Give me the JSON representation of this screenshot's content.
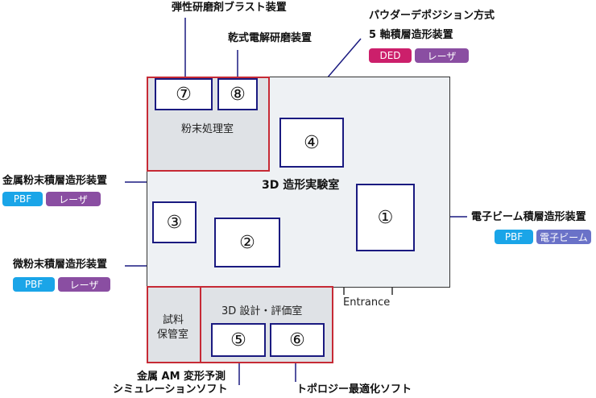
{
  "main_room": {
    "label": "3D 造形実験室"
  },
  "powder_room": {
    "label": "粉末処理室"
  },
  "sample_room": {
    "label_line1": "試料",
    "label_line2": "保管室"
  },
  "design_room": {
    "label": "3D 設計・評価室"
  },
  "entrance": {
    "label": "Entrance"
  },
  "machines": {
    "m1": "①",
    "m2": "②",
    "m3": "③",
    "m4": "④",
    "m5": "⑤",
    "m6": "⑥",
    "m7": "⑦",
    "m8": "⑧"
  },
  "callouts": {
    "blast": {
      "title": "弾性研磨剤ブラスト装置"
    },
    "electrolytic": {
      "title": "乾式電解研磨装置"
    },
    "ded": {
      "title_line1": "パウダーデポジション方式",
      "title_line2": "5 軸積層造形装置",
      "badges": [
        "DED",
        "レーザ"
      ]
    },
    "metal_pbf": {
      "title": "金属粉末積層造形装置",
      "badges": [
        "PBF",
        "レーザ"
      ]
    },
    "micro_pbf": {
      "title": "微粉末積層造形装置",
      "badges": [
        "PBF",
        "レーザ"
      ]
    },
    "ebeam": {
      "title": "電子ビーム積層造形装置",
      "badges": [
        "PBF",
        "電子ビーム"
      ]
    },
    "deform_sim": {
      "title_line1": "金属 AM 変形予測",
      "title_line2": "シミュレーションソフト"
    },
    "topology": {
      "title": "トポロジー最適化ソフト"
    }
  },
  "colors": {
    "room_border_red": "#c62a35",
    "machine_border": "#1a1a80",
    "badge_pbf": "#1aa5e8",
    "badge_laser": "#8a4ea2",
    "badge_ded": "#cc1f6b",
    "badge_ebeam": "#6a72c8"
  }
}
